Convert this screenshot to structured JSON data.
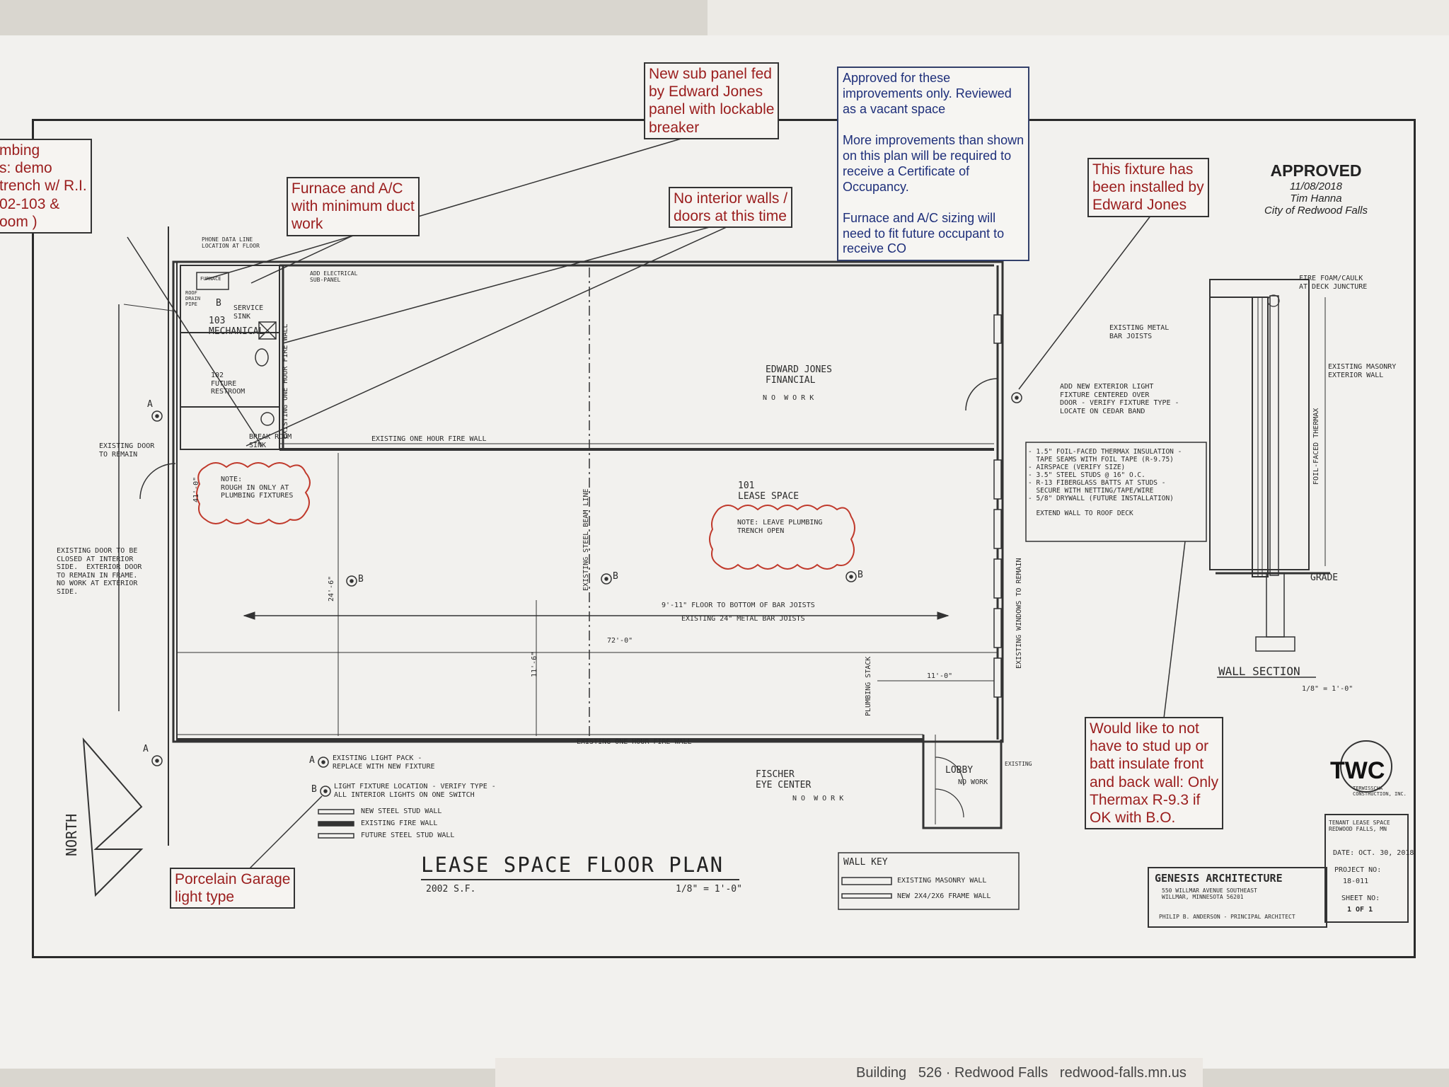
{
  "notes_red": {
    "plumbing": "mbing\ns: demo\ntrench w/ R.I.\n02-103 &\noom )",
    "furnace": "Furnace and A/C\nwith minimum duct\nwork",
    "subpanel": "New sub panel fed\nby Edward Jones\npanel with lockable\nbreaker",
    "no_walls": "No interior walls /\ndoors at this time",
    "fixture": "This fixture has\nbeen installed by\nEdward Jones",
    "porcelain": "Porcelain Garage\nlight type",
    "stud": "Would like to not\nhave to stud up or\nbatt insulate front\nand back wall: Only\nThermax R-9.3 if\nOK with B.O."
  },
  "note_blue": "Approved for these\nimprovements only. Reviewed\nas a vacant space\n\nMore improvements than shown\non this plan will be required to\nreceive a Certificate of\nOccupancy.\n\nFurnace and A/C sizing will\nneed to fit future occupant to\nreceive CO",
  "approval": {
    "heading": "APPROVED",
    "date": "11/08/2018",
    "name": "Tim Hanna",
    "org": "City of Redwood Falls"
  },
  "plan": {
    "title": "LEASE SPACE FLOOR PLAN",
    "area": "2002 S.F.",
    "scale": "1/8\" = 1'-0\"",
    "phone_line": "PHONE DATA LINE\nLOCATION AT FLOOR",
    "furnace_lbl": "FURNACE",
    "roof_drain": "ROOF\nDRAIN\nPIPE",
    "add_sub": "ADD ELECTRICAL\nSUB-PANEL",
    "service_sink": "SERVICE\nSINK",
    "room103": "103\nMECHANICAL",
    "room102": "102\nFUTURE\nRESTROOM",
    "fire_wall_v": "EXISTING ONE HOUR FIRE WALL",
    "fire_wall_h": "EXISTING ONE HOUR FIRE WALL",
    "fire_wall_bottom": "EXISTING ONE HOUR FIRE WALL",
    "break_room": "BREAK ROOM\nSINK",
    "ex_door_remain": "EXISTING DOOR\nTO REMAIN",
    "note_rough": "NOTE:\nROUGH IN ONLY AT\nPLUMBING FIXTURES",
    "ex_door_closed": "EXISTING DOOR TO BE\nCLOSED AT INTERIOR\nSIDE.  EXTERIOR DOOR\nTO REMAIN IN FRAME.\nNO WORK AT EXTERIOR\nSIDE.",
    "edward": "EDWARD JONES\nFINANCIAL",
    "no_work": "N O  W O R K",
    "room101": "101\nLEASE SPACE",
    "note_trench": "NOTE: LEAVE PLUMBING\nTRENCH OPEN",
    "steel_beam": "EXISTING STEEL BEAM LINE",
    "floor_joist": "9'-11\" FLOOR TO BOTTOM OF BAR JOISTS",
    "ex_joists": "EXISTING 24\" METAL BAR JOISTS",
    "dim_72": "72'-0\"",
    "dim_246": "24'-6\"",
    "dim_410": "41'-0\"",
    "dim_116": "11'-6\"",
    "dim_110": "11'-0\"",
    "plumb_stack": "PLUMBING STACK",
    "windows": "EXISTING WINDOWS TO REMAIN",
    "existing": "EXISTING",
    "fischer": "FISCHER\nEYE CENTER",
    "lobby": "LOBBY",
    "lobby_nw": "NO WORK",
    "north": "NORTH",
    "mark_a": "A",
    "mark_b": "B",
    "add_light": "ADD NEW EXTERIOR LIGHT\nFIXTURE CENTERED OVER\nDOOR - VERIFY FIXTURE TYPE -\nLOCATE ON CEDAR BAND"
  },
  "legend": {
    "a": "EXISTING LIGHT PACK -\nREPLACE WITH NEW FIXTURE",
    "b": "LIGHT FIXTURE LOCATION - VERIFY TYPE -\nALL INTERIOR LIGHTS ON ONE SWITCH",
    "l1": "NEW STEEL STUD WALL",
    "l2": "EXISTING FIRE WALL",
    "l3": "FUTURE STEEL STUD WALL"
  },
  "wall_section": {
    "fire_foam": "FIRE FOAM/CAULK\nAT DECK JUNCTURE",
    "metal_joists": "EXISTING METAL\nBAR JOISTS",
    "masonry": "EXISTING MASONRY\nEXTERIOR WALL",
    "foil": "FOIL-FACED THERMAX",
    "spec": "- 1.5\" FOIL-FACED THERMAX INSULATION -\n  TAPE SEAMS WITH FOIL TAPE (R-9.75)\n- AIRSPACE (VERIFY SIZE)\n- 3.5\" STEEL STUDS @ 16\" O.C.\n- R-13 FIBERGLASS BATTS AT STUDS -\n  SECURE WITH NETTING/TAPE/WIRE\n- 5/8\" DRYWALL (FUTURE INSTALLATION)\n\n  EXTEND WALL TO ROOF DECK",
    "grade": "GRADE",
    "title": "WALL SECTION",
    "scale": "1/8\" = 1'-0\""
  },
  "wall_key": {
    "title": "WALL KEY",
    "k1": "EXISTING MASONRY WALL",
    "k2": "NEW 2X4/2X6 FRAME WALL"
  },
  "titleblock": {
    "firm": "GENESIS ARCHITECTURE",
    "address": "550 WILLMAR AVENUE SOUTHEAST\nWILLMAR, MINNESOTA 56201",
    "principal": "PHILIP B. ANDERSON - PRINCIPAL ARCHITECT",
    "twc": "TWC",
    "twc_sub": "TERWISSCHA\nCONSTRUCTION, INC.",
    "project": "TENANT LEASE SPACE\nREDWOOD FALLS, MN",
    "date": "DATE: OCT. 30, 2018",
    "proj_no_lbl": "PROJECT NO:",
    "proj_no": "18-011",
    "sheet_lbl": "SHEET NO:",
    "sheet": "1 OF 1"
  },
  "bottom_paper": "Building   526 · Redwood Falls   redwood-falls.mn.us"
}
